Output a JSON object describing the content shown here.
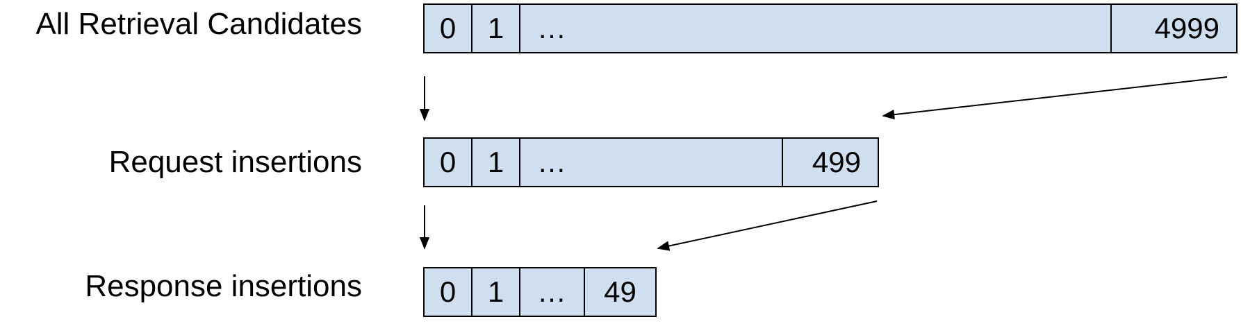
{
  "rows": [
    {
      "label": "All Retrieval Candidates",
      "cells": [
        "0",
        "1",
        "…",
        "4999"
      ]
    },
    {
      "label": "Request insertions",
      "cells": [
        "0",
        "1",
        "…",
        "499"
      ]
    },
    {
      "label": "Response insertions",
      "cells": [
        "0",
        "1",
        "…",
        "49"
      ]
    }
  ],
  "colors": {
    "cell_fill": "#cfdff0",
    "stroke": "#000000"
  }
}
